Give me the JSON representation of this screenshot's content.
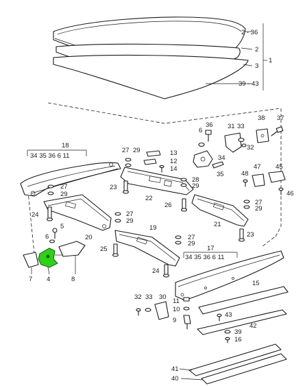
{
  "labels": {
    "l1": "1",
    "l2": "2",
    "l2_36": "2 - 36",
    "l3": "3",
    "l39_43": "39 - 43",
    "l4": "4",
    "l5": "5",
    "l6a": "6",
    "l7": "7",
    "l8": "8",
    "l9": "9",
    "l10": "10",
    "l11": "11",
    "l12": "12",
    "l13": "13",
    "l14": "14",
    "l15": "15",
    "l16": "16",
    "l17": "17",
    "l18": "18",
    "l19": "19",
    "l20": "20",
    "l21": "21",
    "l22": "22",
    "l23": "23",
    "l24a": "24",
    "l24b": "24",
    "l25": "25",
    "l26": "26",
    "l27a": "27",
    "l27b": "27",
    "l27c": "27",
    "l27d": "27",
    "l27e": "27",
    "l28": "28",
    "l29a": "29",
    "l29b": "29",
    "l29c": "29",
    "l29d": "29",
    "l29e": "29",
    "l29f": "29",
    "l30": "30",
    "l31": "31",
    "l32a": "32",
    "l32b": "32",
    "l33a": "33",
    "l33b": "33",
    "l34": "34",
    "l35": "35",
    "l36": "36",
    "l6b": "6",
    "l37": "37",
    "l38": "38",
    "l39": "39",
    "l40": "40",
    "l41": "41",
    "l42": "42",
    "l43": "43",
    "l45": "45",
    "l46": "46",
    "l47": "47",
    "l48": "48",
    "group18": "34  35  36   6   11",
    "group17": "34  35  36   6  11"
  },
  "colors": {
    "ink": "#1a1a1a",
    "highlight": "#2fd11a"
  }
}
